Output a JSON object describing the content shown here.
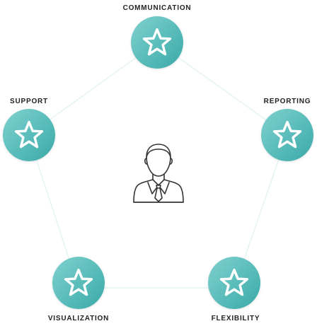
{
  "diagram": {
    "nodes": [
      {
        "label": "COMMUNICATION",
        "icon": "star-icon"
      },
      {
        "label": "REPORTING",
        "icon": "star-icon"
      },
      {
        "label": "FLEXIBILITY",
        "icon": "star-icon"
      },
      {
        "label": "VISUALIZATION",
        "icon": "star-icon"
      },
      {
        "label": "SUPPORT",
        "icon": "star-icon"
      }
    ],
    "center_icon": "businessman-icon"
  },
  "colors": {
    "circle_light": "#7fd1cf",
    "circle_dark": "#3aaaa8",
    "connector": "#e4f3f2",
    "text": "#222222",
    "icon_line": "#333333"
  }
}
